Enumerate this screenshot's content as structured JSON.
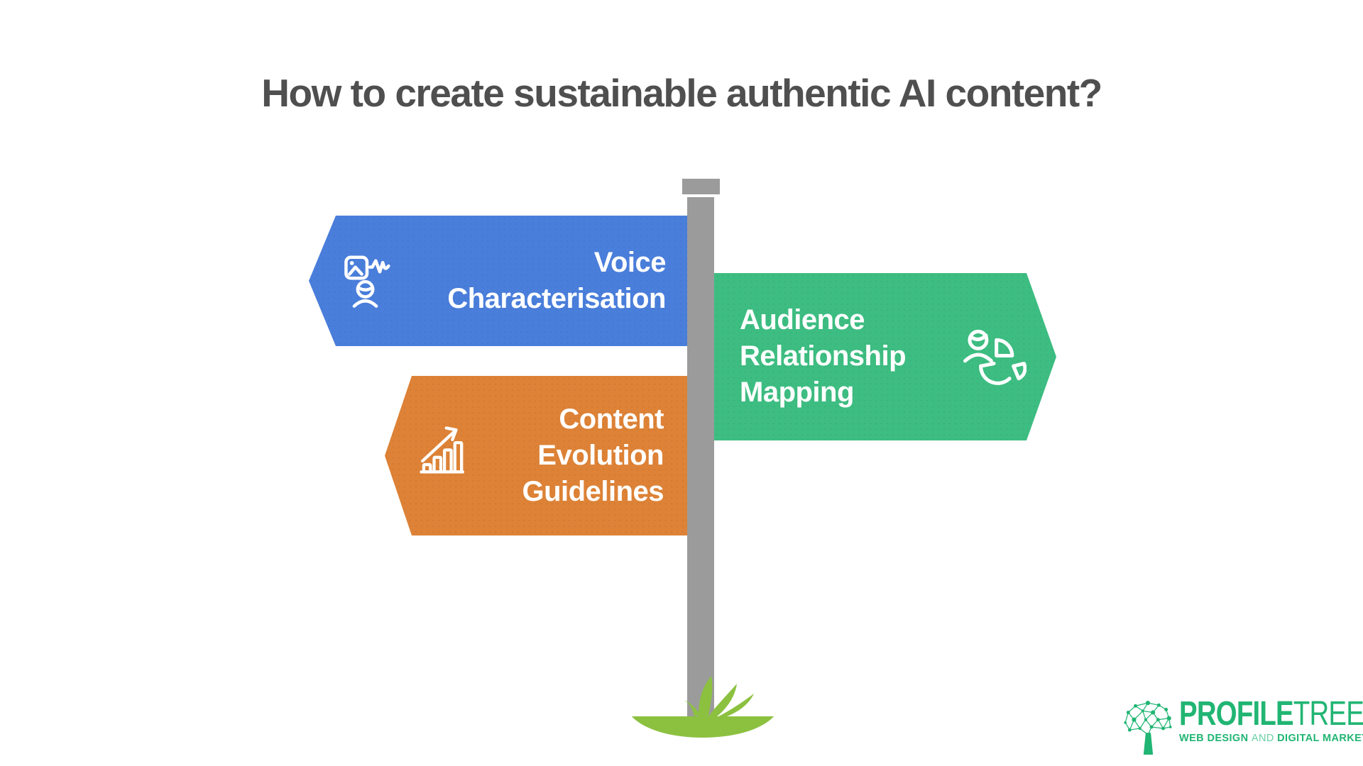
{
  "title": "How to create sustainable authentic AI content?",
  "signs": {
    "voice": {
      "lines": [
        "Voice",
        "Characterisation"
      ],
      "color": "#4a7edb",
      "direction": "left",
      "icon": "voice-characterisation-icon"
    },
    "content": {
      "lines": [
        "Content",
        "Evolution",
        "Guidelines"
      ],
      "color": "#dd8236",
      "direction": "left",
      "icon": "growth-chart-icon"
    },
    "audience": {
      "lines": [
        "Audience",
        "Relationship",
        "Mapping"
      ],
      "color": "#3dbd81",
      "direction": "right",
      "icon": "person-pie-chart-icon"
    }
  },
  "signpost": {
    "pole_color": "#9b9b9b",
    "grass_color": "#8cc140"
  },
  "logo": {
    "brand_primary": "PROFILE",
    "brand_secondary": "TREE",
    "tagline_left": "WEB DESIGN",
    "tagline_conjunction": "AND",
    "tagline_right": "DIGITAL MARKETING",
    "color": "#21b573"
  },
  "colors": {
    "title_text": "#4f4f4f",
    "sign_text": "#ffffff",
    "background": "#ffffff"
  }
}
